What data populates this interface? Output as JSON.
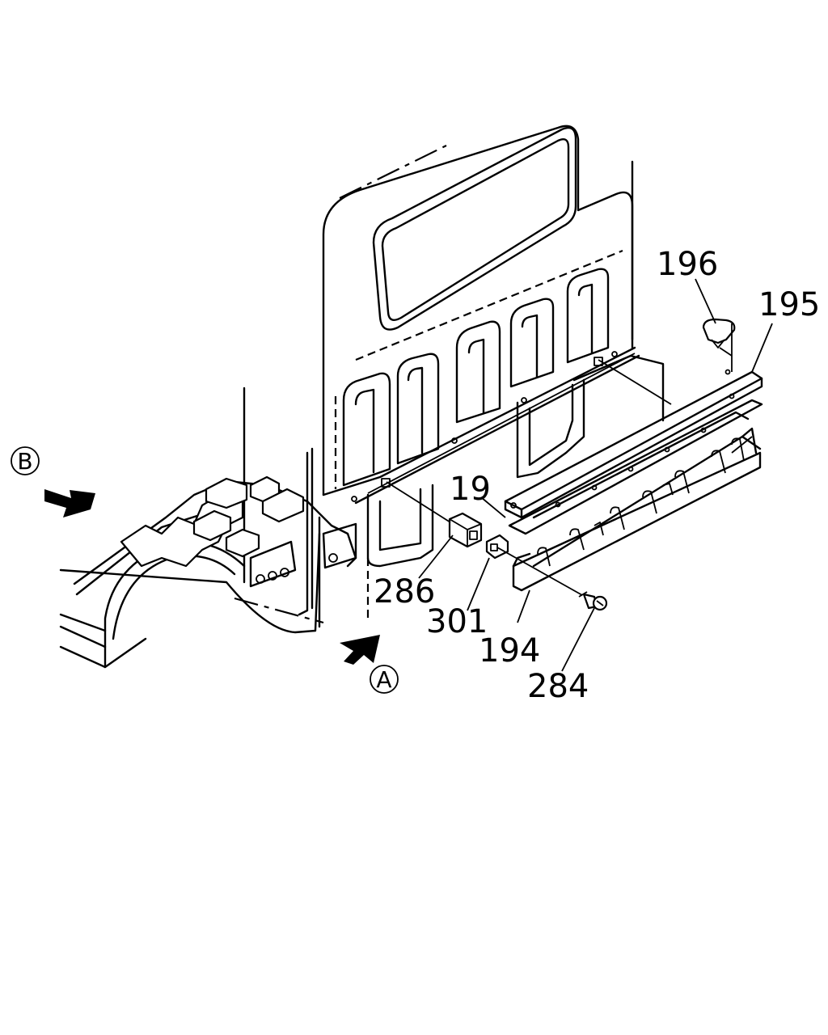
{
  "labels": {
    "p196": "196",
    "p195": "195",
    "p19": "19",
    "p286": "286",
    "p301": "301",
    "p194": "194",
    "p284": "284"
  },
  "views": {
    "a": "A",
    "b": "B"
  }
}
